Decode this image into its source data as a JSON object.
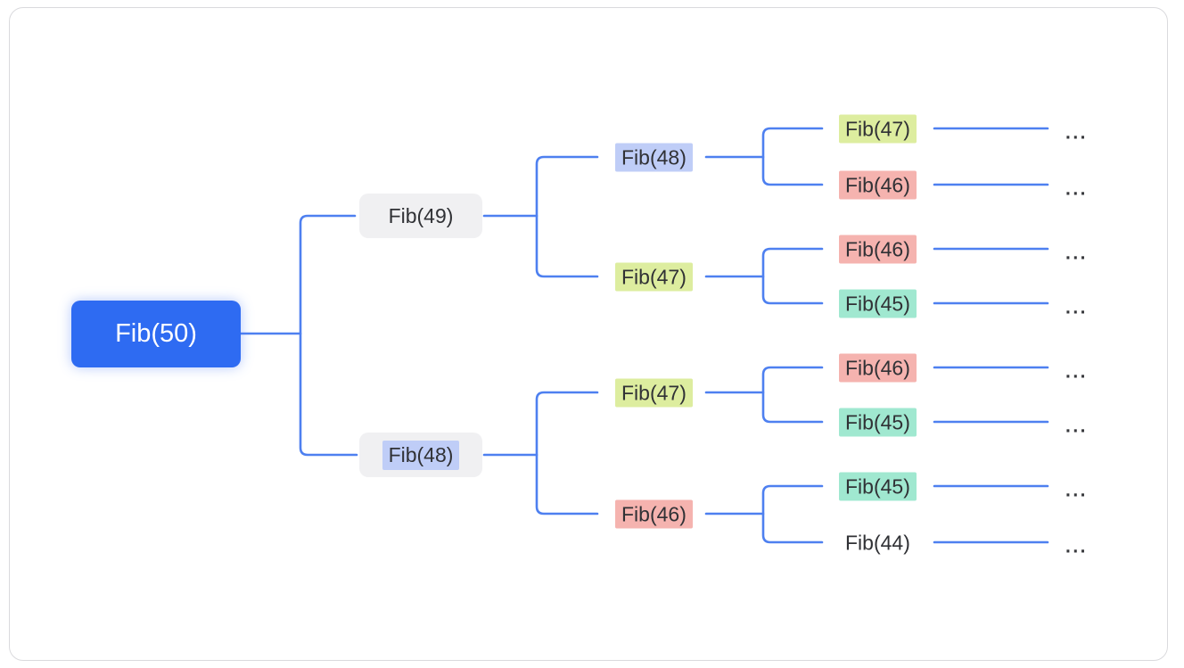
{
  "palette": {
    "root_fill": "#2e6bf2",
    "root_text": "#ffffff",
    "connector": "#4e80f0",
    "node_box_fill": "#f0f0f2",
    "node_text": "#303135",
    "hl_blue": "#bfcdf7",
    "hl_yellow": "#dded9f",
    "hl_pink": "#f5b3af",
    "hl_teal": "#a0e8d0",
    "card_border": "#dadadd",
    "ellipsis": "#37383c",
    "canvas_bg": "#ffffff"
  },
  "tree": {
    "root": {
      "label": "Fib(50)",
      "highlight": "none"
    },
    "level2": [
      {
        "label": "Fib(49)",
        "highlight": "none"
      },
      {
        "label": "Fib(48)",
        "highlight": "blue"
      }
    ],
    "level3": [
      {
        "label": "Fib(48)",
        "highlight": "blue"
      },
      {
        "label": "Fib(47)",
        "highlight": "yellow"
      },
      {
        "label": "Fib(47)",
        "highlight": "yellow"
      },
      {
        "label": "Fib(46)",
        "highlight": "pink"
      }
    ],
    "level4": [
      {
        "label": "Fib(47)",
        "highlight": "yellow"
      },
      {
        "label": "Fib(46)",
        "highlight": "pink"
      },
      {
        "label": "Fib(46)",
        "highlight": "pink"
      },
      {
        "label": "Fib(45)",
        "highlight": "teal"
      },
      {
        "label": "Fib(46)",
        "highlight": "pink"
      },
      {
        "label": "Fib(45)",
        "highlight": "teal"
      },
      {
        "label": "Fib(45)",
        "highlight": "teal"
      },
      {
        "label": "Fib(44)",
        "highlight": "none"
      }
    ],
    "ellipsis": "..."
  }
}
